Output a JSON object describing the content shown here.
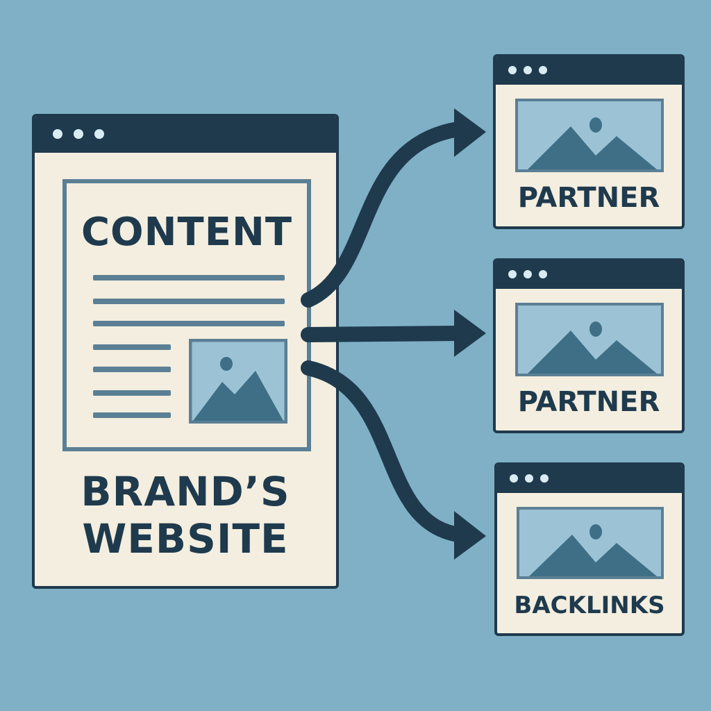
{
  "main_window": {
    "content_heading": "CONTENT",
    "site_label_line1": "BRAND’S",
    "site_label_line2": "WEBSITE"
  },
  "targets": [
    {
      "label": "PARTNER"
    },
    {
      "label": "PARTNER"
    },
    {
      "label": "BACKLINKS"
    }
  ],
  "colors": {
    "background": "#7fb0c6",
    "window_fill": "#f3eedf",
    "dark": "#1f3a4d",
    "image_fill": "#9cc3d5",
    "mountain": "#3e6f86"
  }
}
